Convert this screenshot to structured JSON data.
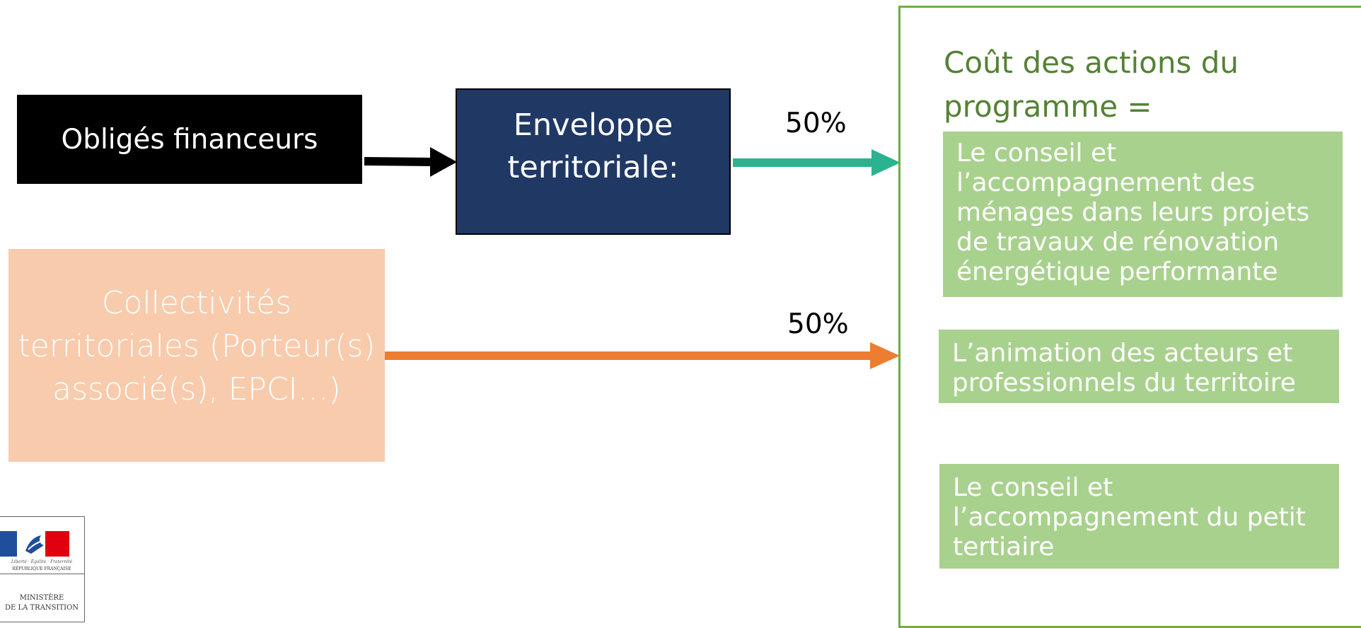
{
  "diagram": {
    "obliges_label": "Obligés financeurs",
    "enveloppe_line1": "Enveloppe",
    "enveloppe_line2": "territoriale:",
    "collectivites_line1": "Collectivités",
    "collectivites_line2": "territoriales (Porteur(s)",
    "collectivites_line3": "associé(s), EPCI…)",
    "pct_top": "50%",
    "pct_bottom": "50%",
    "cout_title_line1": "Coût des actions du",
    "cout_title_line2": "programme =",
    "actions": [
      {
        "line1": "Le conseil et",
        "line2": "l’accompagnement des",
        "line3": "ménages dans leurs projets",
        "line4": "de travaux de rénovation",
        "line5": "énergétique performante"
      },
      {
        "line1": "L’animation des acteurs et",
        "line2": "professionnels du territoire"
      },
      {
        "line1": "Le conseil et",
        "line2": "l’accompagnement du petit",
        "line3": "tertiaire"
      }
    ]
  },
  "logo": {
    "motto": "Liberté · Égalité · Fraternité",
    "republique": "RÉPUBLIQUE FRANÇAISE",
    "ministere_line1": "MINISTÈRE",
    "ministere_line2": "DE LA TRANSITION"
  },
  "colors": {
    "black_box": "#000000",
    "navy_box": "#203864",
    "peach_box": "#f8cbad",
    "teal_arrow": "#2ab38e",
    "orange_arrow": "#ed7d31",
    "green_border": "#70ad47",
    "green_title": "#548235",
    "green_box": "#a9d18e"
  }
}
